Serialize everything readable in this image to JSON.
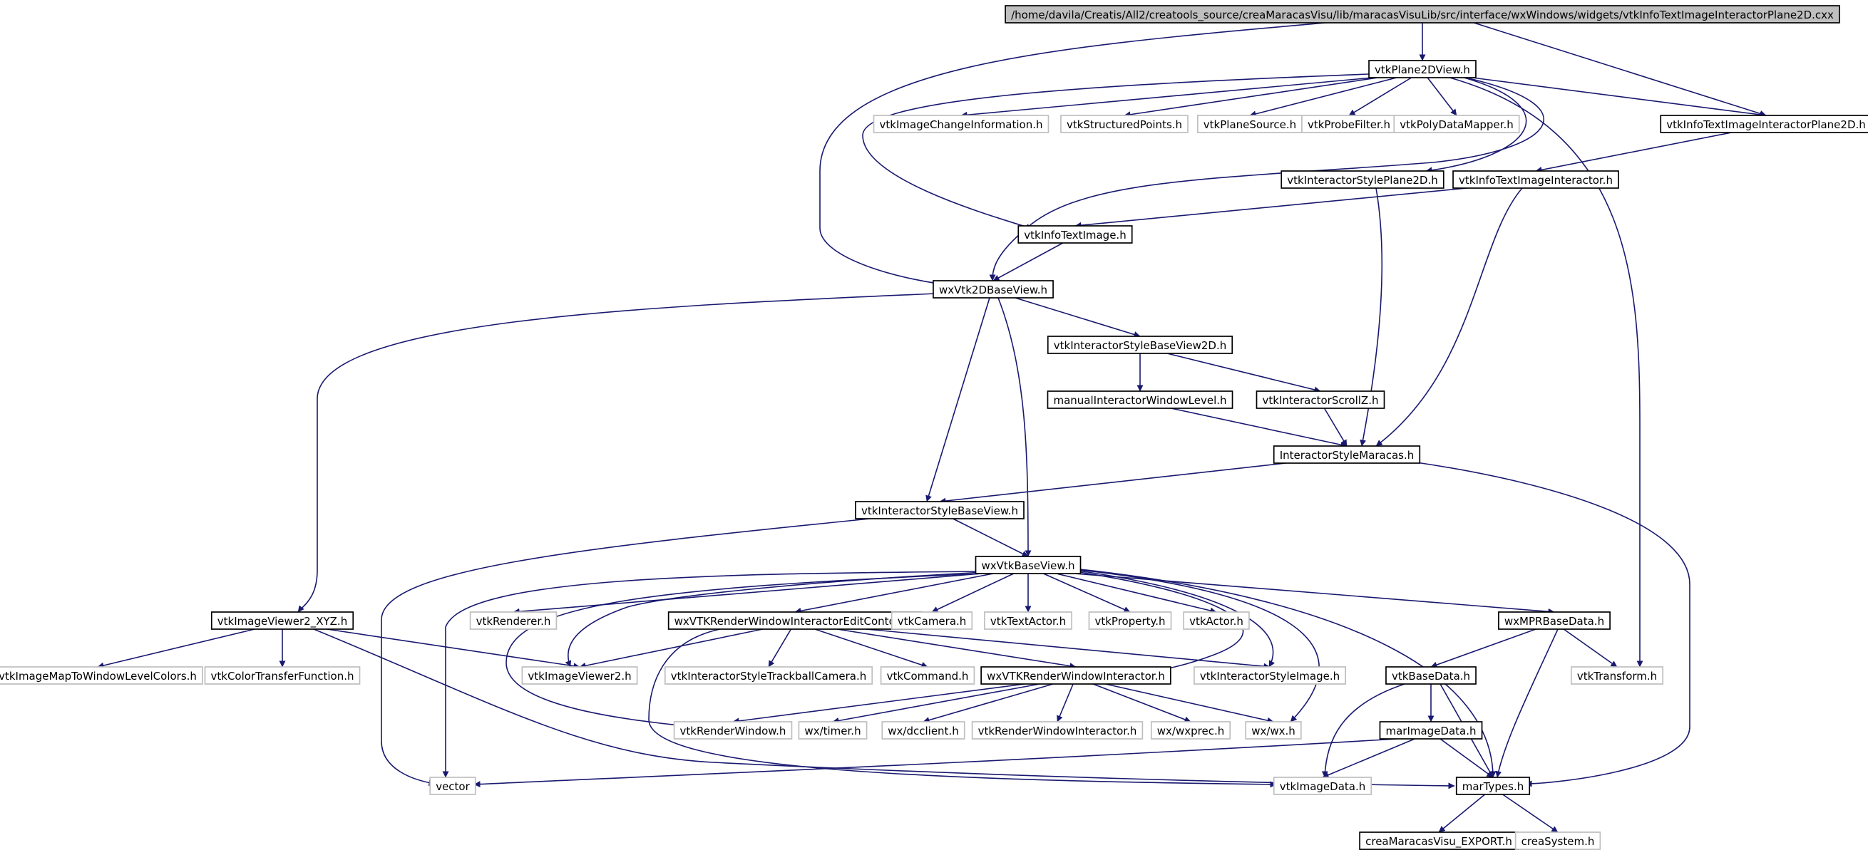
{
  "diagram": {
    "colors": {
      "edge": "#191970",
      "root_fill": "#bfbfbf",
      "documented_border": "#000000",
      "external_border": "#bfbfbf",
      "label": "#000000"
    },
    "nodes": [
      {
        "id": "root",
        "label": "/home/davila/Creatis/All2/creatools_source/creaMaracasVisu/lib/maracasVisuLib/src/interface/wxWindows/widgets/vtkInfoTextImageInteractorPlane2D.cxx",
        "kind": "root"
      },
      {
        "id": "vtkPlane2DView",
        "label": "vtkPlane2DView.h",
        "kind": "documented"
      },
      {
        "id": "vtkImageChangeInformation",
        "label": "vtkImageChangeInformation.h",
        "kind": "external"
      },
      {
        "id": "vtkStructuredPoints",
        "label": "vtkStructuredPoints.h",
        "kind": "external"
      },
      {
        "id": "vtkPlaneSource",
        "label": "vtkPlaneSource.h",
        "kind": "external"
      },
      {
        "id": "vtkProbeFilter",
        "label": "vtkProbeFilter.h",
        "kind": "external"
      },
      {
        "id": "vtkPolyDataMapper",
        "label": "vtkPolyDataMapper.h",
        "kind": "external"
      },
      {
        "id": "vtkInfoTextImageInteractorPlane2D",
        "label": "vtkInfoTextImageInteractorPlane2D.h",
        "kind": "documented"
      },
      {
        "id": "vtkInteractorStylePlane2D",
        "label": "vtkInteractorStylePlane2D.h",
        "kind": "documented"
      },
      {
        "id": "vtkInfoTextImageInteractor",
        "label": "vtkInfoTextImageInteractor.h",
        "kind": "documented"
      },
      {
        "id": "vtkInfoTextImage",
        "label": "vtkInfoTextImage.h",
        "kind": "documented"
      },
      {
        "id": "wxVtk2DBaseView",
        "label": "wxVtk2DBaseView.h",
        "kind": "documented"
      },
      {
        "id": "vtkInteractorStyleBaseView2D",
        "label": "vtkInteractorStyleBaseView2D.h",
        "kind": "documented"
      },
      {
        "id": "manualInteractorWindowLevel",
        "label": "manualInteractorWindowLevel.h",
        "kind": "documented"
      },
      {
        "id": "vtkInteractorScrollZ",
        "label": "vtkInteractorScrollZ.h",
        "kind": "documented"
      },
      {
        "id": "InteractorStyleMaracas",
        "label": "InteractorStyleMaracas.h",
        "kind": "documented"
      },
      {
        "id": "vtkInteractorStyleBaseView",
        "label": "vtkInteractorStyleBaseView.h",
        "kind": "documented"
      },
      {
        "id": "wxVtkBaseView",
        "label": "wxVtkBaseView.h",
        "kind": "documented"
      },
      {
        "id": "vtkImageViewer2_XYZ",
        "label": "vtkImageViewer2_XYZ.h",
        "kind": "documented"
      },
      {
        "id": "vtkRenderer",
        "label": "vtkRenderer.h",
        "kind": "external"
      },
      {
        "id": "wxVTKRenderWindowInteractorEditContour",
        "label": "wxVTKRenderWindowInteractorEditContour.h",
        "kind": "documented"
      },
      {
        "id": "vtkCamera",
        "label": "vtkCamera.h",
        "kind": "external"
      },
      {
        "id": "vtkTextActor",
        "label": "vtkTextActor.h",
        "kind": "external"
      },
      {
        "id": "vtkProperty",
        "label": "vtkProperty.h",
        "kind": "external"
      },
      {
        "id": "vtkActor",
        "label": "vtkActor.h",
        "kind": "external"
      },
      {
        "id": "wxMPRBaseData",
        "label": "wxMPRBaseData.h",
        "kind": "documented"
      },
      {
        "id": "vtkImageMapToWindowLevelColors",
        "label": "vtkImageMapToWindowLevelColors.h",
        "kind": "external"
      },
      {
        "id": "vtkColorTransferFunction",
        "label": "vtkColorTransferFunction.h",
        "kind": "external"
      },
      {
        "id": "vtkImageViewer2",
        "label": "vtkImageViewer2.h",
        "kind": "external"
      },
      {
        "id": "vtkInteractorStyleTrackballCamera",
        "label": "vtkInteractorStyleTrackballCamera.h",
        "kind": "external"
      },
      {
        "id": "vtkCommand",
        "label": "vtkCommand.h",
        "kind": "external"
      },
      {
        "id": "wxVTKRenderWindowInteractor",
        "label": "wxVTKRenderWindowInteractor.h",
        "kind": "documented"
      },
      {
        "id": "vtkInteractorStyleImage",
        "label": "vtkInteractorStyleImage.h",
        "kind": "external"
      },
      {
        "id": "vtkBaseData",
        "label": "vtkBaseData.h",
        "kind": "documented"
      },
      {
        "id": "vtkTransform",
        "label": "vtkTransform.h",
        "kind": "external"
      },
      {
        "id": "vtkRenderWindow",
        "label": "vtkRenderWindow.h",
        "kind": "external"
      },
      {
        "id": "wxtimer",
        "label": "wx/timer.h",
        "kind": "external"
      },
      {
        "id": "wxdcclient",
        "label": "wx/dcclient.h",
        "kind": "external"
      },
      {
        "id": "vtkRenderWindowInteractor",
        "label": "vtkRenderWindowInteractor.h",
        "kind": "external"
      },
      {
        "id": "wxwxprec",
        "label": "wx/wxprec.h",
        "kind": "external"
      },
      {
        "id": "wxwx",
        "label": "wx/wx.h",
        "kind": "external"
      },
      {
        "id": "marImageData",
        "label": "marImageData.h",
        "kind": "documented"
      },
      {
        "id": "vector",
        "label": "vector",
        "kind": "external"
      },
      {
        "id": "vtkImageData",
        "label": "vtkImageData.h",
        "kind": "external"
      },
      {
        "id": "marTypes",
        "label": "marTypes.h",
        "kind": "documented"
      },
      {
        "id": "creaMaracasVisu_EXPORT",
        "label": "creaMaracasVisu_EXPORT.h",
        "kind": "documented"
      },
      {
        "id": "creaSystem",
        "label": "creaSystem.h",
        "kind": "external"
      }
    ],
    "edges": [
      [
        "root",
        "vtkPlane2DView"
      ],
      [
        "root",
        "wxVtk2DBaseView"
      ],
      [
        "root",
        "vtkInfoTextImageInteractorPlane2D"
      ],
      [
        "vtkPlane2DView",
        "vtkImageChangeInformation"
      ],
      [
        "vtkPlane2DView",
        "vtkStructuredPoints"
      ],
      [
        "vtkPlane2DView",
        "vtkPlaneSource"
      ],
      [
        "vtkPlane2DView",
        "vtkProbeFilter"
      ],
      [
        "vtkPlane2DView",
        "vtkPolyDataMapper"
      ],
      [
        "vtkPlane2DView",
        "vtkInfoTextImageInteractorPlane2D"
      ],
      [
        "vtkPlane2DView",
        "vtkInteractorStylePlane2D"
      ],
      [
        "vtkPlane2DView",
        "vtkInfoTextImage"
      ],
      [
        "vtkPlane2DView",
        "wxVtk2DBaseView"
      ],
      [
        "vtkPlane2DView",
        "vtkTransform"
      ],
      [
        "vtkInfoTextImageInteractorPlane2D",
        "vtkInfoTextImageInteractor"
      ],
      [
        "vtkInfoTextImageInteractor",
        "vtkInfoTextImage"
      ],
      [
        "vtkInfoTextImageInteractor",
        "InteractorStyleMaracas"
      ],
      [
        "vtkInteractorStylePlane2D",
        "InteractorStyleMaracas"
      ],
      [
        "vtkInfoTextImage",
        "wxVtk2DBaseView"
      ],
      [
        "wxVtk2DBaseView",
        "vtkInteractorStyleBaseView2D"
      ],
      [
        "wxVtk2DBaseView",
        "vtkInteractorStyleBaseView"
      ],
      [
        "wxVtk2DBaseView",
        "wxVtkBaseView"
      ],
      [
        "wxVtk2DBaseView",
        "vtkImageViewer2_XYZ"
      ],
      [
        "vtkInteractorStyleBaseView2D",
        "manualInteractorWindowLevel"
      ],
      [
        "vtkInteractorStyleBaseView2D",
        "vtkInteractorScrollZ"
      ],
      [
        "manualInteractorWindowLevel",
        "InteractorStyleMaracas"
      ],
      [
        "vtkInteractorScrollZ",
        "InteractorStyleMaracas"
      ],
      [
        "InteractorStyleMaracas",
        "vtkInteractorStyleBaseView"
      ],
      [
        "InteractorStyleMaracas",
        "marTypes"
      ],
      [
        "vtkInteractorStyleBaseView",
        "wxVtkBaseView"
      ],
      [
        "vtkInteractorStyleBaseView",
        "vector"
      ],
      [
        "wxVtkBaseView",
        "vtkRenderer"
      ],
      [
        "wxVtkBaseView",
        "wxVTKRenderWindowInteractorEditContour"
      ],
      [
        "wxVtkBaseView",
        "vtkCamera"
      ],
      [
        "wxVtkBaseView",
        "vtkTextActor"
      ],
      [
        "wxVtkBaseView",
        "vtkProperty"
      ],
      [
        "wxVtkBaseView",
        "vtkActor"
      ],
      [
        "wxVtkBaseView",
        "wxMPRBaseData"
      ],
      [
        "wxVtkBaseView",
        "vtkImageViewer2"
      ],
      [
        "wxVtkBaseView",
        "wxVTKRenderWindowInteractor"
      ],
      [
        "wxVtkBaseView",
        "vtkInteractorStyleImage"
      ],
      [
        "wxVtkBaseView",
        "vtkRenderWindow"
      ],
      [
        "wxVtkBaseView",
        "wxwx"
      ],
      [
        "wxVtkBaseView",
        "marTypes"
      ],
      [
        "wxVtkBaseView",
        "vector"
      ],
      [
        "vtkImageViewer2_XYZ",
        "vtkImageMapToWindowLevelColors"
      ],
      [
        "vtkImageViewer2_XYZ",
        "vtkColorTransferFunction"
      ],
      [
        "vtkImageViewer2_XYZ",
        "vtkImageViewer2"
      ],
      [
        "vtkImageViewer2_XYZ",
        "marTypes"
      ],
      [
        "wxVTKRenderWindowInteractorEditContour",
        "vtkImageViewer2"
      ],
      [
        "wxVTKRenderWindowInteractorEditContour",
        "vtkInteractorStyleTrackballCamera"
      ],
      [
        "wxVTKRenderWindowInteractorEditContour",
        "vtkCommand"
      ],
      [
        "wxVTKRenderWindowInteractorEditContour",
        "wxVTKRenderWindowInteractor"
      ],
      [
        "wxVTKRenderWindowInteractorEditContour",
        "vtkInteractorStyleImage"
      ],
      [
        "wxVTKRenderWindowInteractorEditContour",
        "vtkImageData"
      ],
      [
        "wxVTKRenderWindowInteractor",
        "vtkRenderWindow"
      ],
      [
        "wxVTKRenderWindowInteractor",
        "wxtimer"
      ],
      [
        "wxVTKRenderWindowInteractor",
        "wxdcclient"
      ],
      [
        "wxVTKRenderWindowInteractor",
        "vtkRenderWindowInteractor"
      ],
      [
        "wxVTKRenderWindowInteractor",
        "wxwxprec"
      ],
      [
        "wxVTKRenderWindowInteractor",
        "wxwx"
      ],
      [
        "wxMPRBaseData",
        "vtkBaseData"
      ],
      [
        "wxMPRBaseData",
        "vtkTransform"
      ],
      [
        "wxMPRBaseData",
        "marTypes"
      ],
      [
        "vtkBaseData",
        "marImageData"
      ],
      [
        "vtkBaseData",
        "vtkImageData"
      ],
      [
        "vtkBaseData",
        "marTypes"
      ],
      [
        "marImageData",
        "vector"
      ],
      [
        "marImageData",
        "vtkImageData"
      ],
      [
        "marImageData",
        "marTypes"
      ],
      [
        "marTypes",
        "creaMaracasVisu_EXPORT"
      ],
      [
        "marTypes",
        "creaSystem"
      ]
    ]
  }
}
